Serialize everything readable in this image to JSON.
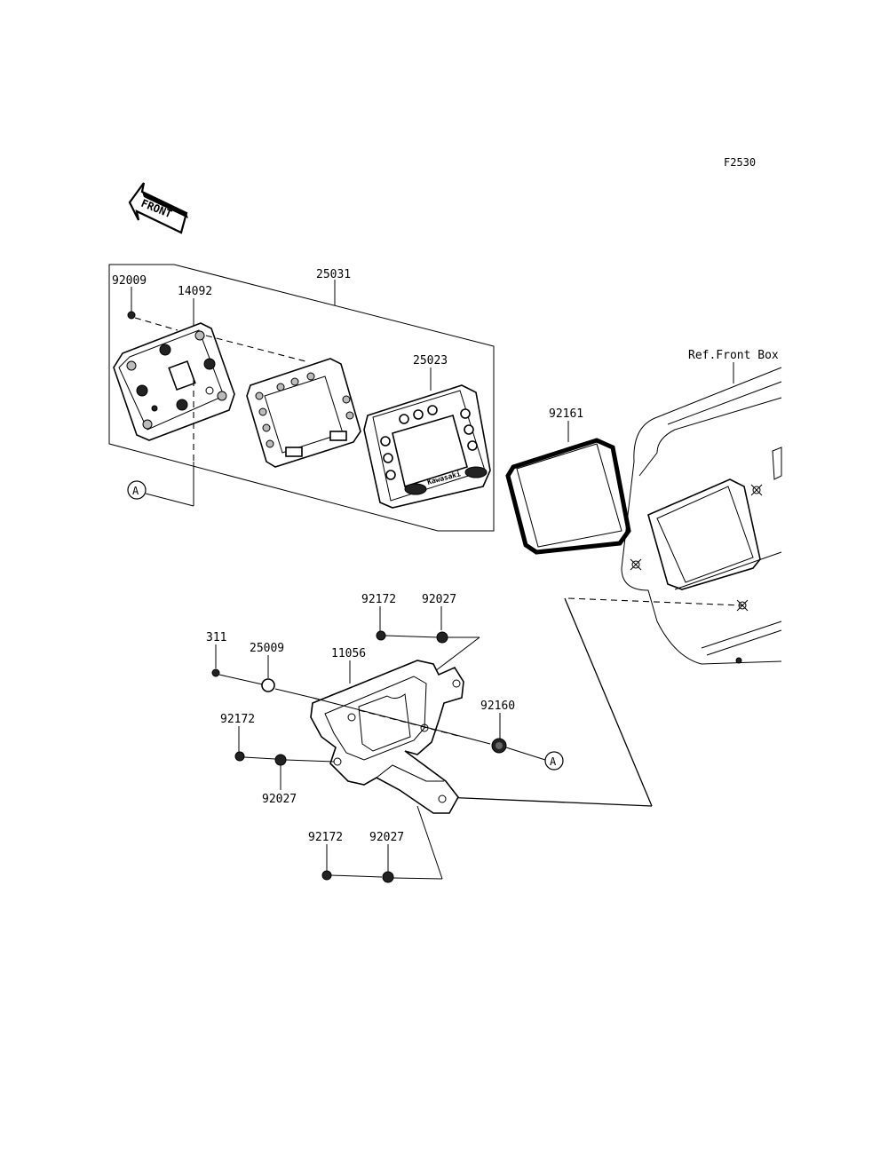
{
  "figure_code": "F2530",
  "front_marker": "FRONT",
  "reference_label": "Ref.Front Box",
  "callout_A": "A",
  "labels": {
    "p92009": "92009",
    "p14092": "14092",
    "p25031": "25031",
    "p25023": "25023",
    "p92161": "92161",
    "p92172_top": "92172",
    "p92027_top": "92027",
    "p311": "311",
    "p25009": "25009",
    "p11056": "11056",
    "p92160": "92160",
    "p92172_left": "92172",
    "p92027_left": "92027",
    "p92172_bottom": "92172",
    "p92027_bottom": "92027"
  },
  "display_brand": "Kawasaki"
}
